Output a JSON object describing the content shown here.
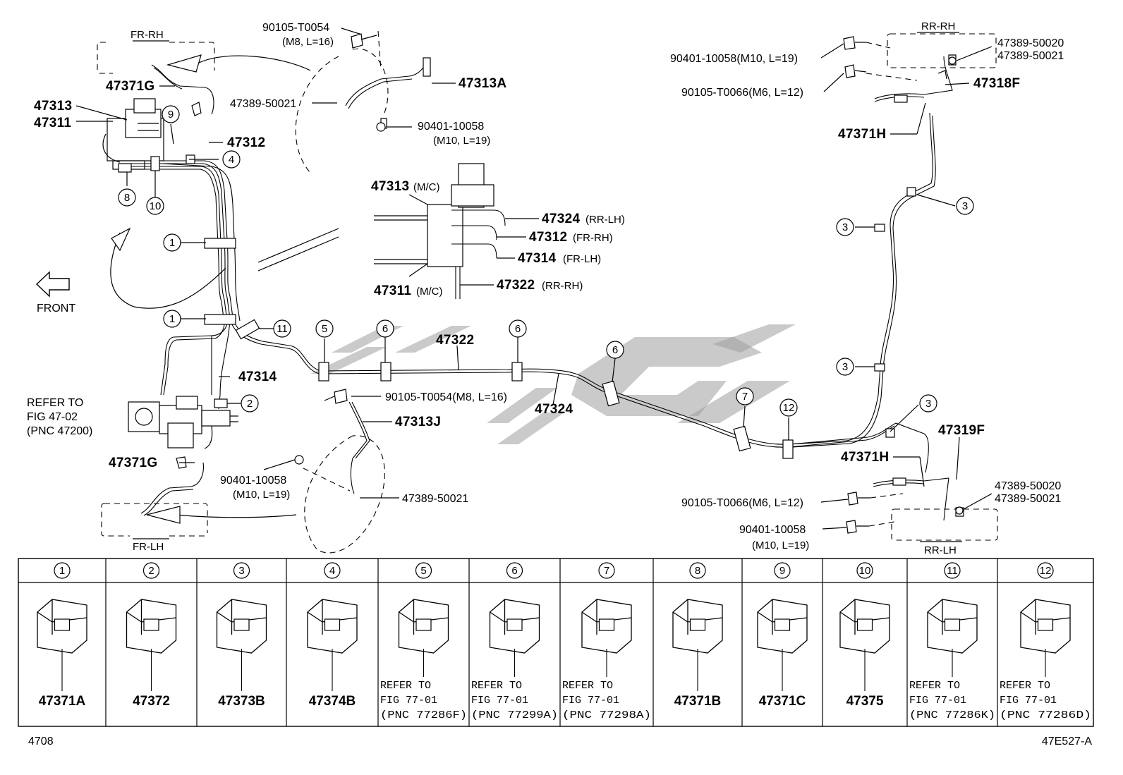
{
  "callouts": {
    "fr_rh": "FR-RH",
    "fr_lh": "FR-LH",
    "rr_rh": "RR-RH",
    "rr_lh": "RR-LH",
    "front": "FRONT",
    "p_90105_t0054_top": "90105-T0054",
    "p_90105_t0054_top_spec": "(M8, L=16)",
    "p_47313A": "47313A",
    "p_47371G_top": "47371G",
    "p_47389_50021_top": "47389-50021",
    "p_90401_10058_top": "90401-10058",
    "p_90401_10058_top_spec": "(M10, L=19)",
    "p_47313": "47313",
    "p_47311": "47311",
    "p_47312": "47312",
    "p_47313_mc": "47313",
    "p_47313_mc_note": "(M/C)",
    "p_47324_detail": "47324",
    "p_47324_detail_note": "(RR-LH)",
    "p_47312_detail": "47312",
    "p_47312_detail_note": "(FR-RH)",
    "p_47314_detail": "47314",
    "p_47314_detail_note": "(FR-LH)",
    "p_47322_detail": "47322",
    "p_47322_detail_note": "(RR-RH)",
    "p_47311_mc": "47311",
    "p_47311_mc_note": "(M/C)",
    "p_47322": "47322",
    "p_47324": "47324",
    "p_47314": "47314",
    "refer_1": "REFER TO",
    "refer_2": "FIG 47-02",
    "refer_3": "(PNC 47200)",
    "p_90105_t0054_mid": "90105-T0054(M8, L=16)",
    "p_47313J": "47313J",
    "p_47371G_bot": "47371G",
    "p_90401_10058_bot": "90401-10058",
    "p_90401_10058_bot_spec": "(M10, L=19)",
    "p_47389_50021_bot": "47389-50021",
    "p_90401_10058_rr_top": "90401-10058(M10, L=19)",
    "p_90105_t0066_rr_top": "90105-T0066(M6, L=12)",
    "p_47389_50020_rr_top": "47389-50020",
    "p_47389_50021_rr_top": "47389-50021",
    "p_47318F": "47318F",
    "p_47371H_top": "47371H",
    "p_47319F": "47319F",
    "p_47371H_bot": "47371H",
    "p_90105_t0066_rr_bot": "90105-T0066(M6, L=12)",
    "p_90401_10058_rr_bot": "90401-10058",
    "p_90401_10058_rr_bot_spec": "(M10, L=19)",
    "p_47389_50020_rr_bot": "47389-50020",
    "p_47389_50021_rr_bot": "47389-50021"
  },
  "circle_labels": [
    "1",
    "2",
    "3",
    "4",
    "5",
    "6",
    "7",
    "8",
    "9",
    "10",
    "11",
    "12"
  ],
  "table": {
    "columns": [
      {
        "num": "1",
        "pn": "47371A"
      },
      {
        "num": "2",
        "pn": "47372"
      },
      {
        "num": "3",
        "pn": "47373B"
      },
      {
        "num": "4",
        "pn": "47374B"
      },
      {
        "num": "5",
        "ref": [
          "REFER TO",
          "FIG 77-01",
          "(PNC 77286F)"
        ]
      },
      {
        "num": "6",
        "ref": [
          "REFER TO",
          "FIG 77-01",
          "(PNC 77299A)"
        ]
      },
      {
        "num": "7",
        "ref": [
          "REFER TO",
          "FIG 77-01",
          "(PNC 77298A)"
        ]
      },
      {
        "num": "8",
        "pn": "47371B"
      },
      {
        "num": "9",
        "pn": "47371C"
      },
      {
        "num": "10",
        "pn": "47375"
      },
      {
        "num": "11",
        "ref": [
          "REFER TO",
          "FIG 77-01",
          "(PNC 77286K)"
        ]
      },
      {
        "num": "12",
        "ref": [
          "REFER TO",
          "FIG 77-01",
          "(PNC 77286D)"
        ]
      }
    ]
  },
  "footer": {
    "left": "4708",
    "right": "47E527-A"
  }
}
